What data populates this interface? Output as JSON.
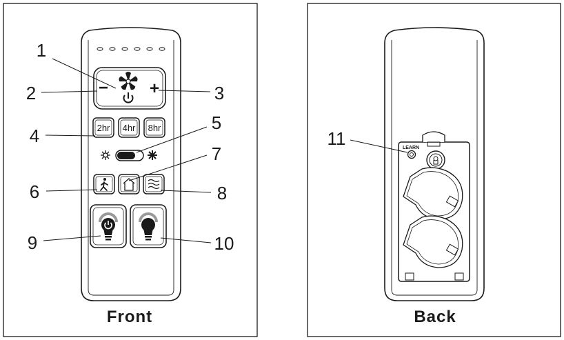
{
  "panels": {
    "front_caption": "Front",
    "back_caption": "Back"
  },
  "callouts": [
    "1",
    "2",
    "3",
    "4",
    "5",
    "6",
    "7",
    "8",
    "9",
    "10",
    "11"
  ],
  "buttons": {
    "minus": "−",
    "plus": "+",
    "timer_2": "2hr",
    "timer_4": "4hr",
    "timer_8": "8hr"
  },
  "back": {
    "learn_label": "LEARN"
  },
  "icons": [
    "fan-icon",
    "power-icon",
    "sun-icon",
    "snowflake-icon",
    "person-icon",
    "home-icon",
    "breeze-icon",
    "bulb-power-icon",
    "bulb-icon"
  ],
  "colors": {
    "stroke": "#1a1a1a",
    "shade": "#9a9a9a",
    "background": "#ffffff"
  }
}
